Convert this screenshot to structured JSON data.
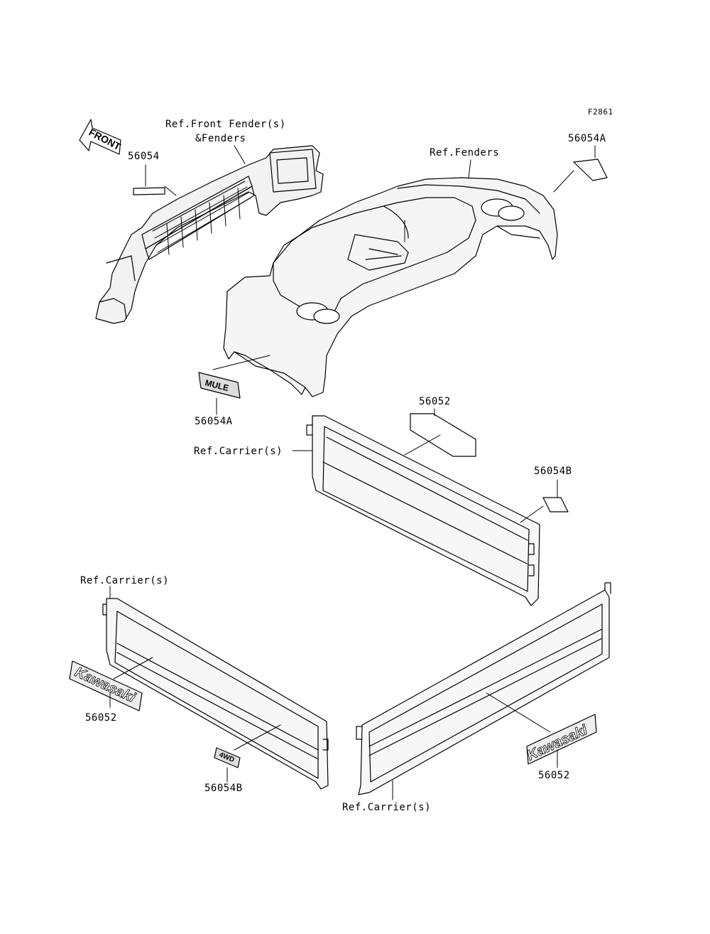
{
  "figure_code": "F2861",
  "front_arrow": "FRONT",
  "labels": {
    "front_fender_ref_line1": "Ref.Front Fender(s)",
    "front_fender_ref_line2": "&Fenders",
    "part_56054": "56054",
    "fenders_ref": "Ref.Fenders",
    "part_56054A_top": "56054A",
    "part_56054A_bottom": "56054A",
    "part_56052_top": "56052",
    "carrier_ref_top": "Ref.Carrier(s)",
    "part_56054B_right": "56054B",
    "carrier_ref_left": "Ref.Carrier(s)",
    "part_56052_left": "56052",
    "part_56054B_bottom": "56054B",
    "carrier_ref_bottom": "Ref.Carrier(s)",
    "part_56052_right": "56052"
  },
  "decals": {
    "mule_text": "MULE",
    "kawasaki_left": "Kawasaki",
    "kawasaki_right": "Kawasaki",
    "four_wd": "4WD"
  }
}
